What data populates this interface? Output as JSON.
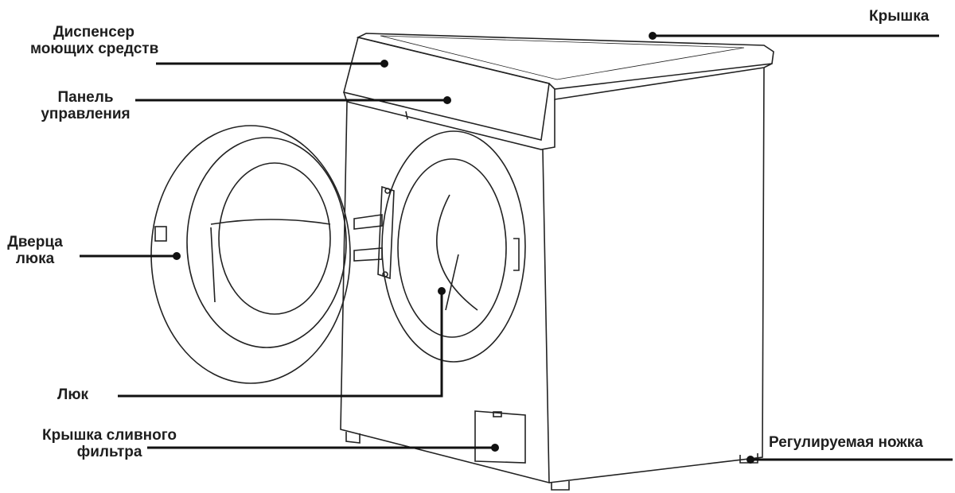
{
  "labels": {
    "dispenser": [
      "Диспенсер",
      "моющих средств"
    ],
    "control_panel": [
      "Панель",
      "управления"
    ],
    "door": [
      "Дверца",
      "люка"
    ],
    "hatch": "Люк",
    "filter_cover": [
      "Крышка сливного",
      "фильтра"
    ],
    "lid": "Крышка",
    "foot": "Регулируемая ножка"
  }
}
